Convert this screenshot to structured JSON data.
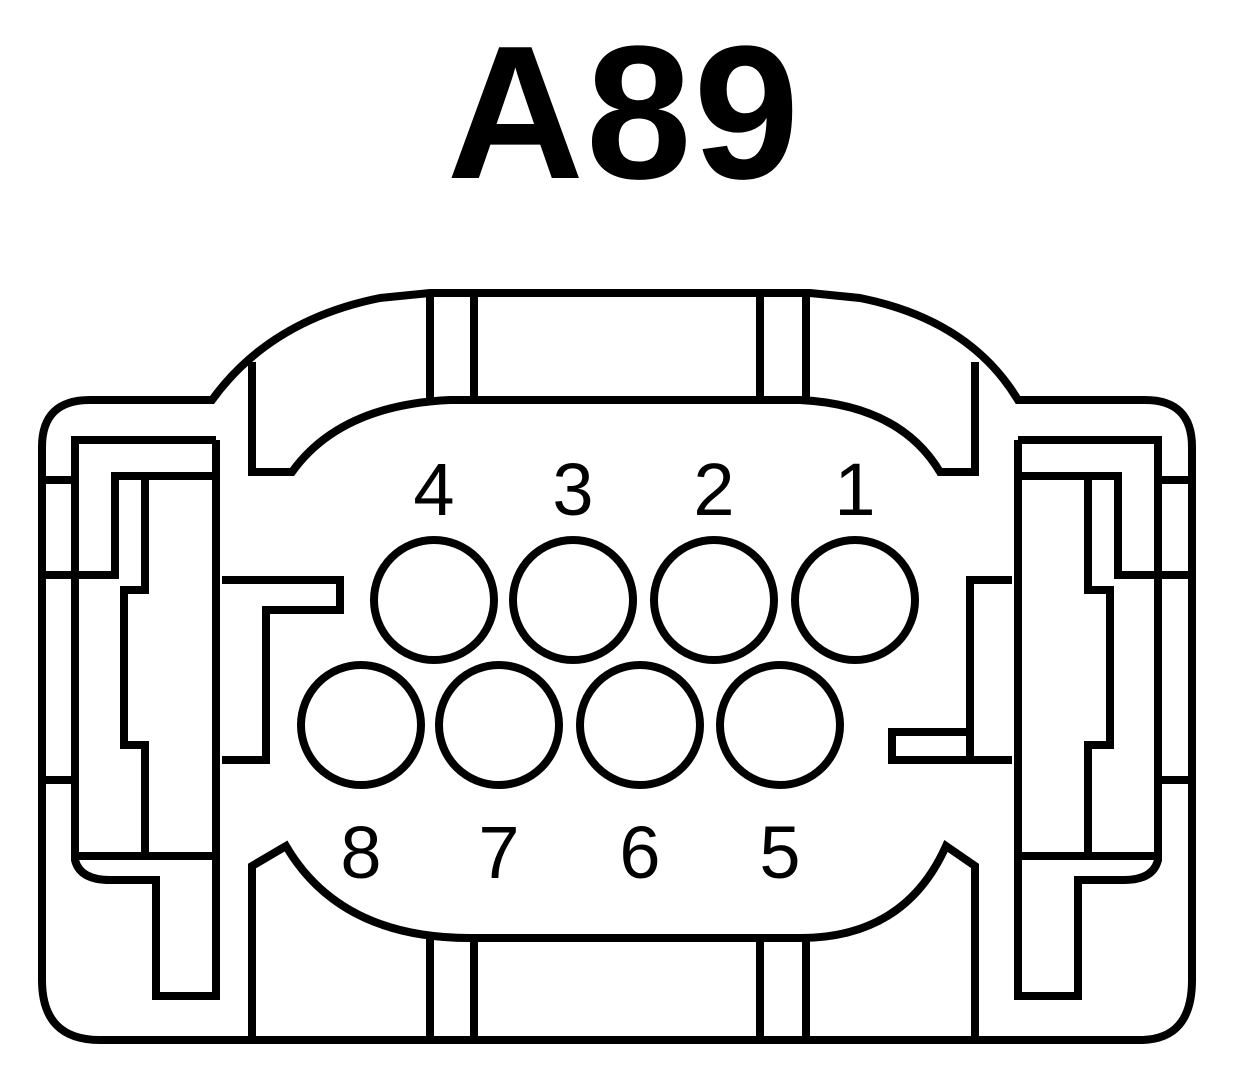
{
  "connector": {
    "id": "A89",
    "top_row": [
      {
        "pin": "4",
        "label": "4"
      },
      {
        "pin": "3",
        "label": "3"
      },
      {
        "pin": "2",
        "label": "2"
      },
      {
        "pin": "1",
        "label": "1"
      }
    ],
    "bottom_row": [
      {
        "pin": "8",
        "label": "8"
      },
      {
        "pin": "7",
        "label": "7"
      },
      {
        "pin": "6",
        "label": "6"
      },
      {
        "pin": "5",
        "label": "5"
      }
    ]
  }
}
